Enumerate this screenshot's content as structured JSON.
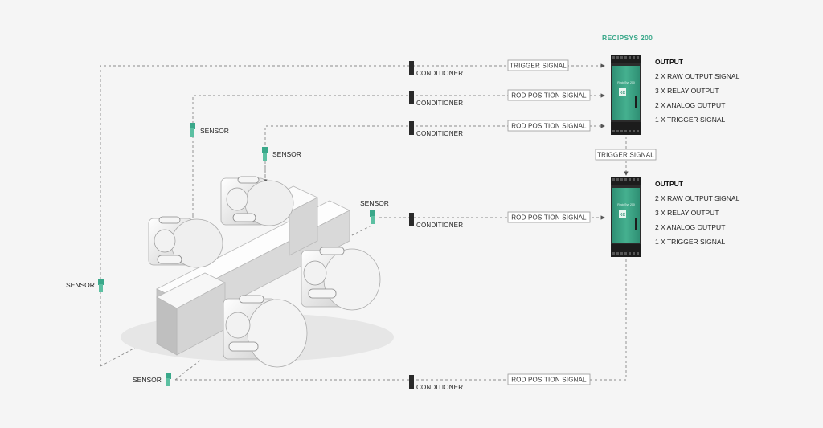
{
  "title": "RECIPSYS 200",
  "device": {
    "brand": "KC",
    "label": "RecipSys 200"
  },
  "colors": {
    "accent": "#3aa88a",
    "sensor": "#3aa88a",
    "conditioner": "#2a2a2a",
    "line": "#8a8a8a",
    "background": "#f5f5f5"
  },
  "sensors": [
    "SENSOR",
    "SENSOR",
    "SENSOR",
    "SENSOR",
    "SENSOR"
  ],
  "conditioners": [
    "CONDITIONER",
    "CONDITIONER",
    "CONDITIONER",
    "CONDITIONER",
    "CONDITIONER"
  ],
  "signals": [
    "TRIGGER SIGNAL",
    "ROD POSITION SIGNAL",
    "ROD POSITION SIGNAL",
    "ROD POSITION SIGNAL",
    "ROD POSITION SIGNAL"
  ],
  "link_signal": "TRIGGER SIGNAL",
  "outputs": [
    {
      "heading": "OUTPUT",
      "items": [
        "2 X RAW OUTPUT SIGNAL",
        "3 X RELAY OUTPUT",
        "2 X ANALOG OUTPUT",
        "1 X TRIGGER SIGNAL"
      ]
    },
    {
      "heading": "OUTPUT",
      "items": [
        "2 X RAW OUTPUT SIGNAL",
        "3 X RELAY OUTPUT",
        "2 X ANALOG OUTPUT",
        "1 X TRIGGER SIGNAL"
      ]
    }
  ]
}
